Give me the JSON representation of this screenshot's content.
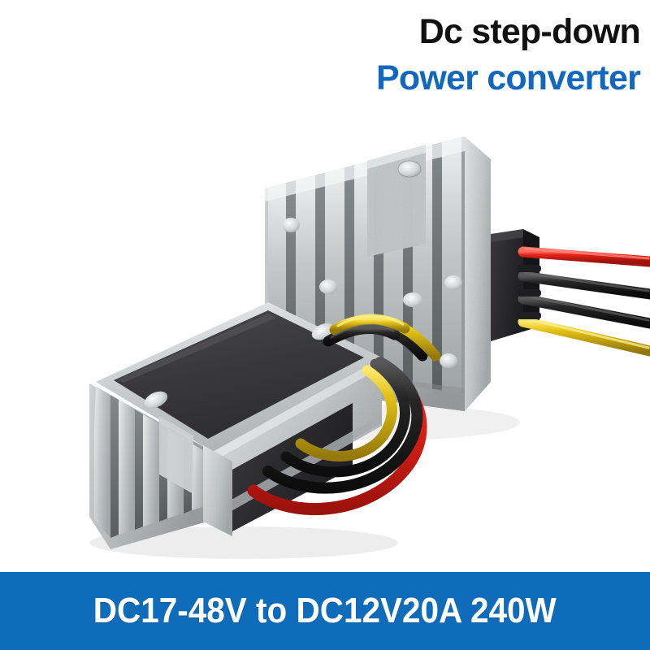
{
  "heading": {
    "title_main": "Dc step-down",
    "title_sub": "Power converter"
  },
  "banner": {
    "text": "DC17-48V to DC12V20A 240W",
    "background_color": "#0E6CBB",
    "text_color": "#FFFFFF"
  },
  "colors": {
    "background": "#FFFFFF",
    "title_main": "#111111",
    "title_sub": "#1268BE",
    "banner_blue": "#0E6CBB",
    "aluminum_light": "#E4E6E6",
    "aluminum_mid": "#BCC0C1",
    "aluminum_dark": "#8E9395",
    "fin_shadow": "#6E7477",
    "black_endcap": "#2B2B2D",
    "top_plate": "#3A3A3C",
    "wire_red": "#E02018",
    "wire_black": "#1A1A1A",
    "wire_yellow": "#E3C216"
  },
  "product": {
    "modules": [
      {
        "name": "rear-converter-module",
        "body_label": "finned-aluminum-heatsink",
        "endcap_label": "black-connector-block",
        "wires": [
          "red",
          "black",
          "black",
          "yellow"
        ],
        "mounting_holes": 2
      },
      {
        "name": "front-converter-module",
        "body_label": "finned-aluminum-heatsink",
        "endcap_label": "black-connector-block",
        "top_plate_label": "dark-top-plate",
        "wires": [
          "red",
          "black",
          "black",
          "yellow"
        ],
        "mounting_holes": 2
      }
    ]
  }
}
